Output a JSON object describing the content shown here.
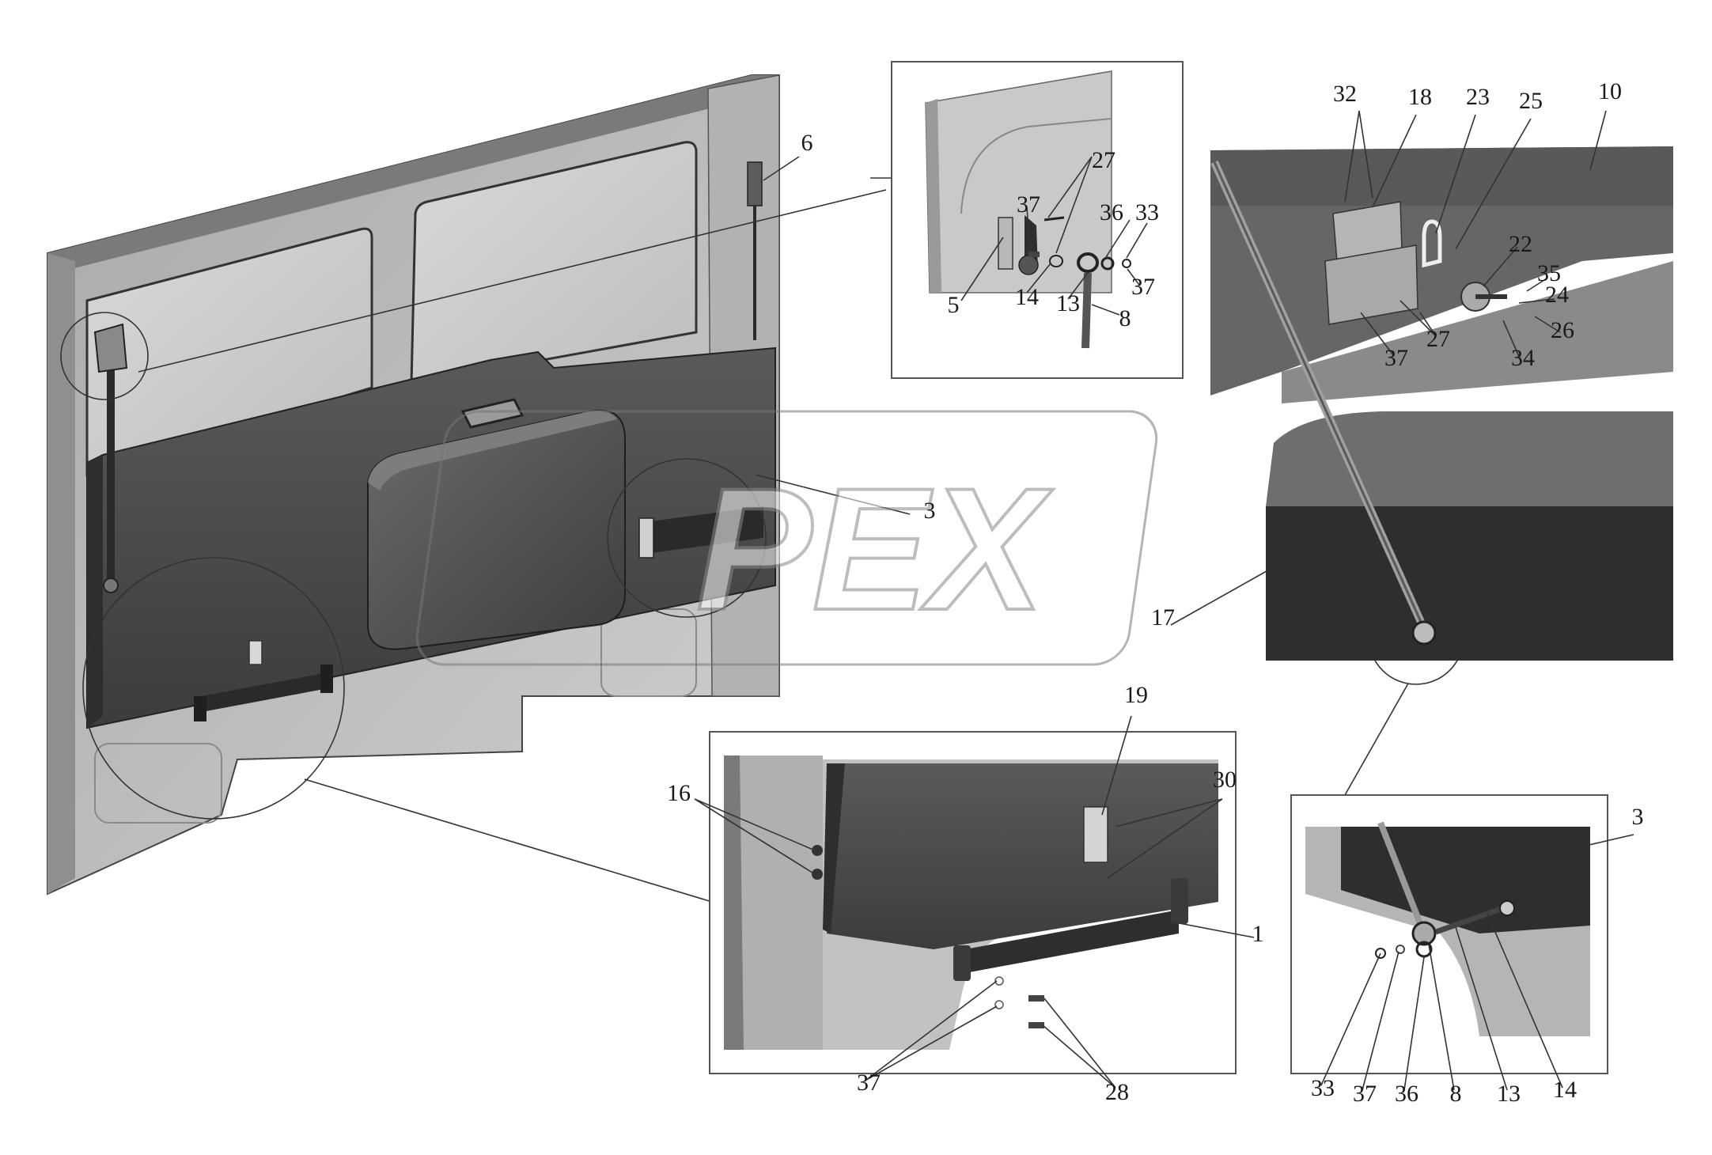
{
  "watermark": {
    "text": "PEX"
  },
  "callouts": {
    "main": [
      {
        "id": "c6",
        "label": "6"
      },
      {
        "id": "c3",
        "label": "3"
      },
      {
        "id": "c17",
        "label": "17"
      }
    ],
    "inset_top": [
      {
        "id": "t27",
        "label": "27"
      },
      {
        "id": "t37a",
        "label": "37"
      },
      {
        "id": "t36",
        "label": "36"
      },
      {
        "id": "t33",
        "label": "33"
      },
      {
        "id": "t5",
        "label": "5"
      },
      {
        "id": "t14",
        "label": "14"
      },
      {
        "id": "t13",
        "label": "13"
      },
      {
        "id": "t37b",
        "label": "37"
      },
      {
        "id": "t8",
        "label": "8"
      }
    ],
    "inset_right": [
      {
        "id": "r32",
        "label": "32"
      },
      {
        "id": "r18",
        "label": "18"
      },
      {
        "id": "r23",
        "label": "23"
      },
      {
        "id": "r25",
        "label": "25"
      },
      {
        "id": "r10",
        "label": "10"
      },
      {
        "id": "r22",
        "label": "22"
      },
      {
        "id": "r35",
        "label": "35"
      },
      {
        "id": "r24",
        "label": "24"
      },
      {
        "id": "r26",
        "label": "26"
      },
      {
        "id": "r34",
        "label": "34"
      },
      {
        "id": "r27",
        "label": "27"
      },
      {
        "id": "r37",
        "label": "37"
      }
    ],
    "inset_bottom": [
      {
        "id": "b19",
        "label": "19"
      },
      {
        "id": "b16",
        "label": "16"
      },
      {
        "id": "b30",
        "label": "30"
      },
      {
        "id": "b1",
        "label": "1"
      },
      {
        "id": "b37",
        "label": "37"
      },
      {
        "id": "b28",
        "label": "28"
      }
    ],
    "inset_bottom_right": [
      {
        "id": "br3",
        "label": "3"
      },
      {
        "id": "br33",
        "label": "33"
      },
      {
        "id": "br37",
        "label": "37"
      },
      {
        "id": "br36",
        "label": "36"
      },
      {
        "id": "br8",
        "label": "8"
      },
      {
        "id": "br13",
        "label": "13"
      },
      {
        "id": "br14",
        "label": "14"
      }
    ]
  },
  "colors": {
    "panel_dark": "#4a4a4a",
    "panel_mid": "#8a8a8a",
    "glass": "#c8c8c8",
    "wall": "#b9b9b9"
  }
}
